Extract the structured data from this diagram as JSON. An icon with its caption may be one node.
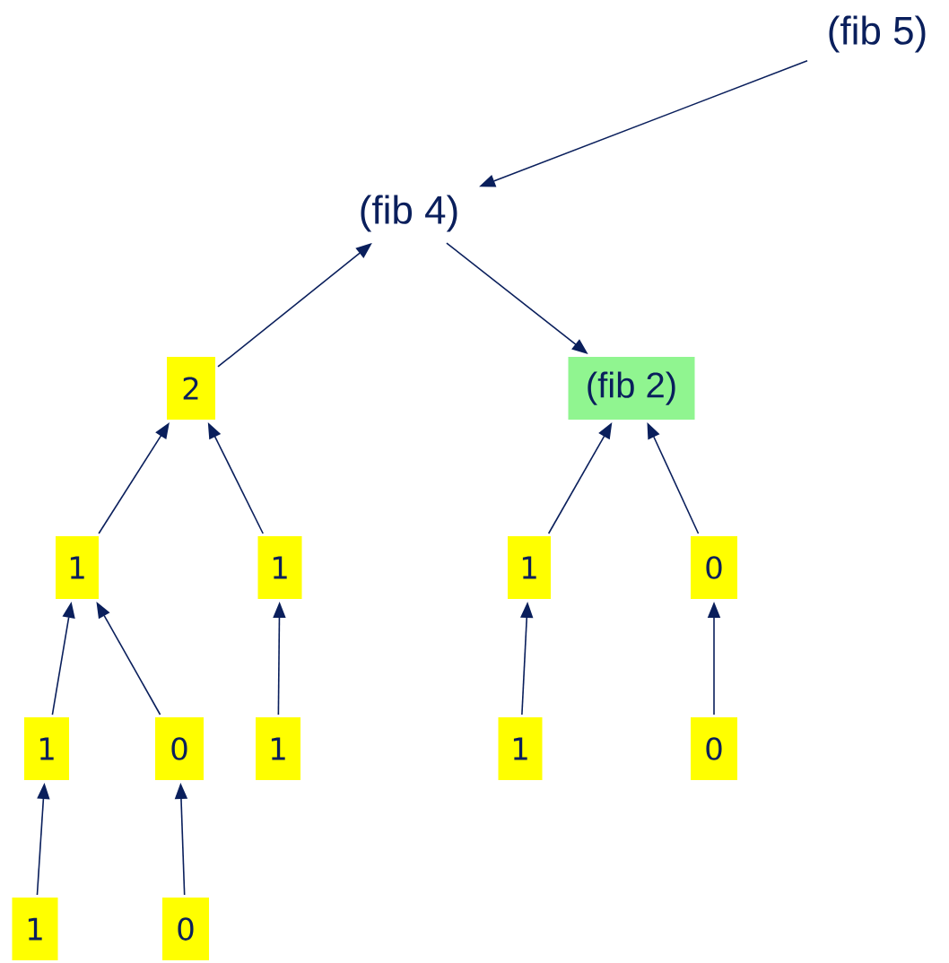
{
  "diagram": {
    "nodes": [
      {
        "text": [
          "(fib 5)"
        ]
      },
      {
        "text": [
          "(fib 4)"
        ]
      },
      {
        "text": [
          "2"
        ]
      },
      {
        "text": [
          "(fib 2)"
        ]
      },
      {
        "text": [
          "1"
        ]
      },
      {
        "text": [
          "1"
        ]
      },
      {
        "text": [
          "1"
        ]
      },
      {
        "text": [
          "0"
        ]
      },
      {
        "text": [
          "1"
        ]
      },
      {
        "text": [
          "0"
        ]
      },
      {
        "text": [
          "1"
        ]
      },
      {
        "text": [
          "1"
        ]
      },
      {
        "text": [
          "0"
        ]
      },
      {
        "text": [
          "1"
        ]
      },
      {
        "text": [
          "0"
        ]
      }
    ],
    "edges": [
      {
        "from": 0,
        "to": 1,
        "arrow": "to"
      },
      {
        "from": 1,
        "to": 3,
        "arrow": "to"
      },
      {
        "from": 2,
        "to": 1,
        "arrow": "to"
      },
      {
        "from": 4,
        "to": 2,
        "arrow": "to"
      },
      {
        "from": 5,
        "to": 2,
        "arrow": "to"
      },
      {
        "from": 6,
        "to": 3,
        "arrow": "to"
      },
      {
        "from": 7,
        "to": 3,
        "arrow": "to"
      },
      {
        "from": 8,
        "to": 4,
        "arrow": "to"
      },
      {
        "from": 9,
        "to": 4,
        "arrow": "to"
      },
      {
        "from": 10,
        "to": 5,
        "arrow": "to"
      },
      {
        "from": 11,
        "to": 6,
        "arrow": "to"
      },
      {
        "from": 12,
        "to": 7,
        "arrow": "to"
      },
      {
        "from": 13,
        "to": 8,
        "arrow": "to"
      },
      {
        "from": 14,
        "to": 9,
        "arrow": "to"
      }
    ]
  }
}
